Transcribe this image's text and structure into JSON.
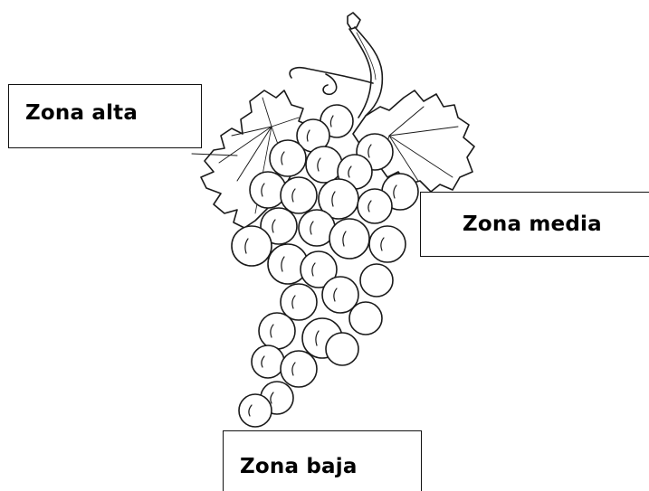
{
  "labels": {
    "alta": "Zona alta",
    "media": "Zona media",
    "baja": "Zona baja"
  },
  "colors": {
    "line": "#1a1a1a",
    "background": "#ffffff"
  },
  "icons": [
    "grape-bunch-illustration",
    "grape-leaf-icon",
    "stem-icon",
    "tendril-icon"
  ]
}
